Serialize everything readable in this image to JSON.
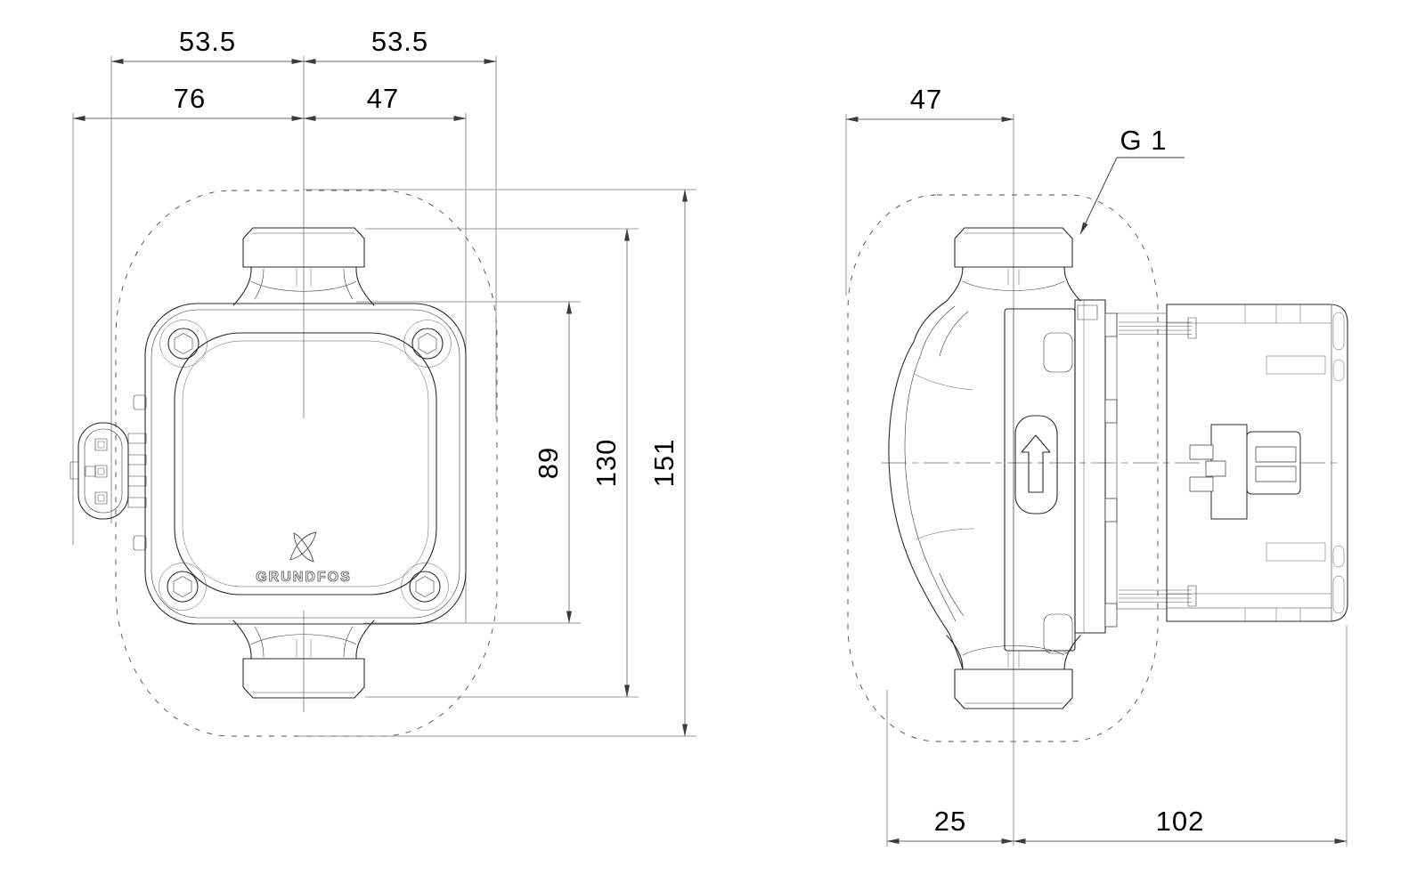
{
  "brand": {
    "logo_text": "GRUNDFOS"
  },
  "front_view": {
    "dims": {
      "top_half_left": "53.5",
      "top_half_right": "53.5",
      "width_left": "76",
      "width_right": "47",
      "housing_height": "89",
      "port_span": "130",
      "overall_height": "151"
    }
  },
  "side_view": {
    "dims": {
      "depth_front": "47",
      "port_thread": "G 1",
      "depth_volute": "25",
      "depth_motor": "102"
    }
  },
  "colors": {
    "background": "#ffffff",
    "line": "#2b2b2b",
    "dimension": "#6e6e6e",
    "text": "#000000"
  }
}
